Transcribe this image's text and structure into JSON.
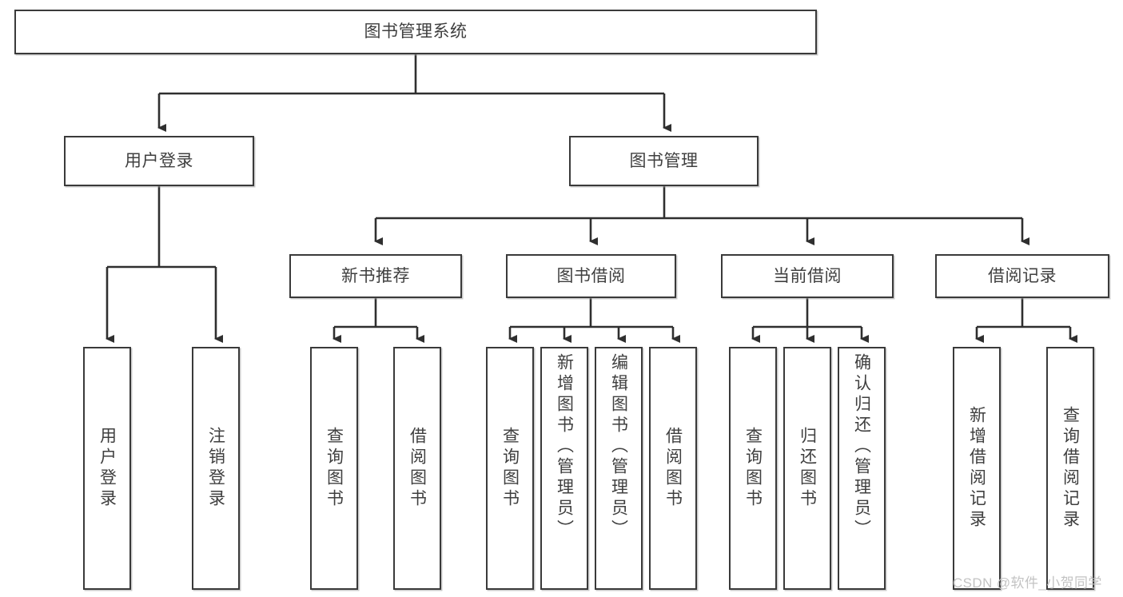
{
  "diagram": {
    "title": "图书管理系统",
    "type": "tree-hierarchy-diagram",
    "root": {
      "id": "root",
      "label": "图书管理系统"
    },
    "level2": [
      {
        "id": "user-login",
        "label": "用户登录"
      },
      {
        "id": "book-manage",
        "label": "图书管理"
      }
    ],
    "level3": [
      {
        "id": "new-book-recommend",
        "label": "新书推荐"
      },
      {
        "id": "book-borrow",
        "label": "图书借阅"
      },
      {
        "id": "current-borrow",
        "label": "当前借阅"
      },
      {
        "id": "borrow-record",
        "label": "借阅记录"
      }
    ],
    "leaves": {
      "user_login": [
        {
          "id": "leaf-user-login",
          "label": "用户登录"
        },
        {
          "id": "leaf-user-logout",
          "label": "注销登录"
        }
      ],
      "new_book_recommend": [
        {
          "id": "leaf-query-book-1",
          "label": "查询图书"
        },
        {
          "id": "leaf-borrow-book-1",
          "label": "借阅图书"
        }
      ],
      "book_borrow": [
        {
          "id": "leaf-query-book-2",
          "label": "查询图书"
        },
        {
          "id": "leaf-add-book",
          "label": "新增图书（管理员）"
        },
        {
          "id": "leaf-edit-book",
          "label": "编辑图书（管理员）"
        },
        {
          "id": "leaf-borrow-book-2",
          "label": "借阅图书"
        }
      ],
      "current_borrow": [
        {
          "id": "leaf-query-book-3",
          "label": "查询图书"
        },
        {
          "id": "leaf-return-book",
          "label": "归还图书"
        },
        {
          "id": "leaf-confirm-return",
          "label": "确认归还（管理员）"
        }
      ],
      "borrow_record": [
        {
          "id": "leaf-add-record",
          "label": "新增借阅记录"
        },
        {
          "id": "leaf-query-record",
          "label": "查询借阅记录"
        }
      ]
    },
    "colors": {
      "stroke": "#3a3a3a",
      "text": "#3f3f3f",
      "background": "#ffffff",
      "watermark": "#c3c3c3"
    }
  },
  "watermark": {
    "text": "CSDN @软件_小贺同学"
  }
}
